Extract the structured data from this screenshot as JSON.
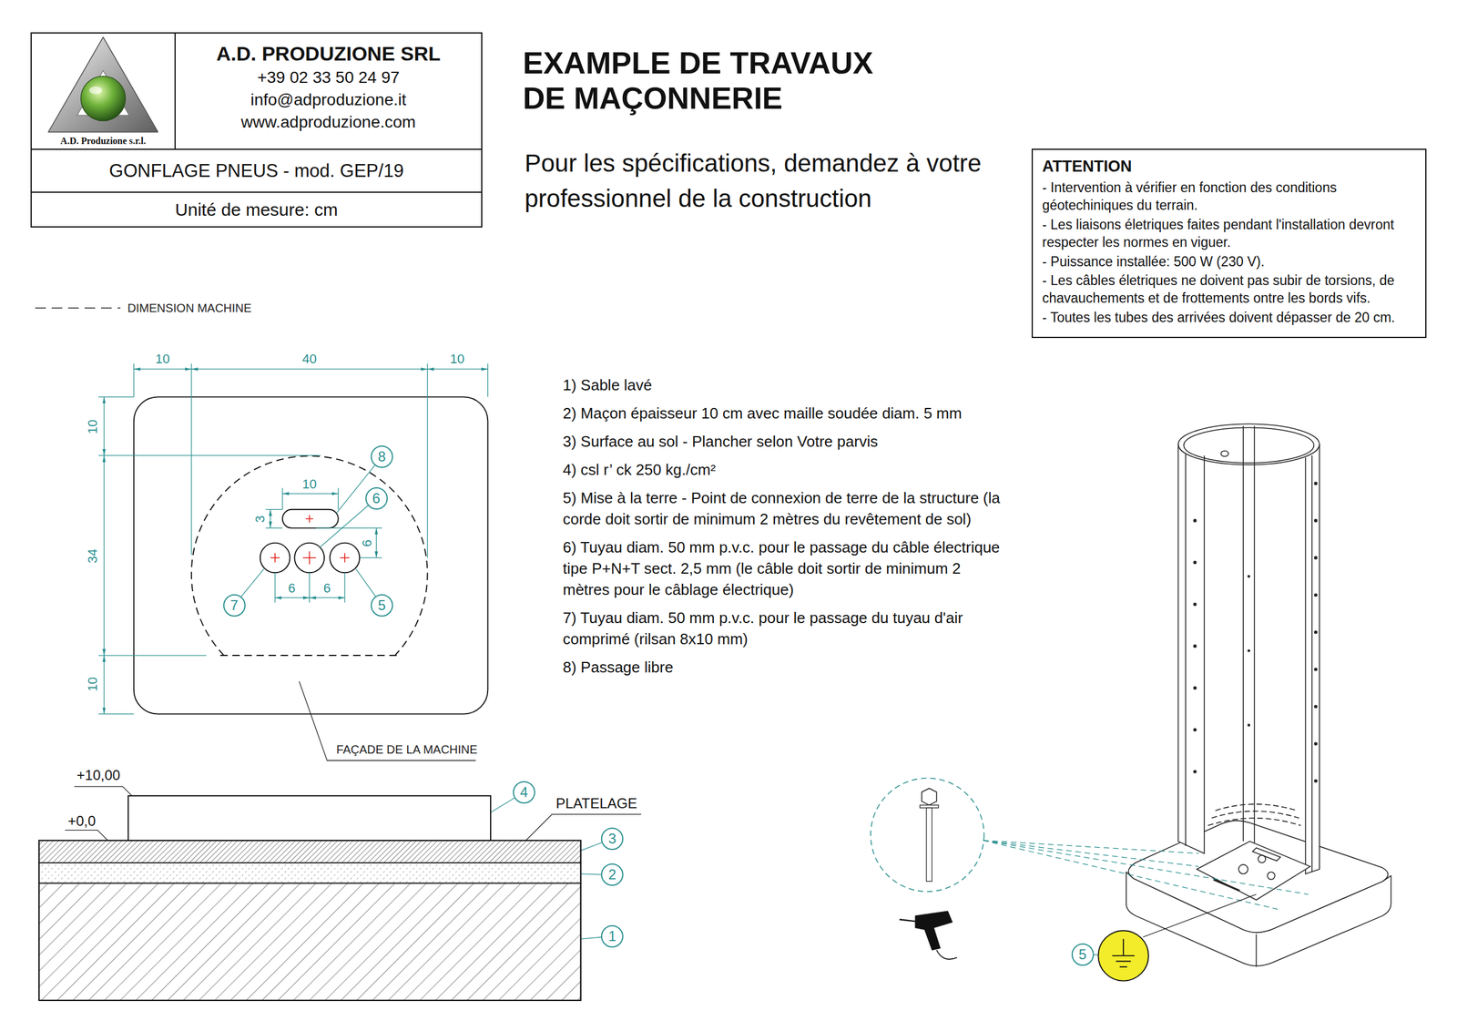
{
  "diagram": {
    "title": "EXAMPLE DE TRAVAUX DE MAÇONNERIE",
    "nodes": [
      {
        "text": [
          "A.D. Produzione s.r.l."
        ]
      },
      {
        "text": [
          "A.D. PRODUZIONE SRL",
          "+39 02 33 50 24 97",
          "info@adproduzione.it",
          "www.adproduzione.com"
        ]
      },
      {
        "text": [
          "GONFLAGE PNEUS - mod. GEP/19"
        ]
      },
      {
        "text": [
          "Unité de mesure: cm"
        ]
      },
      {
        "text": [
          "ATTENTION",
          "- Intervention à vérifier en fonction des conditions géotechiniques du terrain.",
          "- Les liaisons életriques faites pendant l'installation devront respecter les normes en viguer.",
          "- Puissance installée: 500 W (230 V).",
          "- Les câbles életriques ne doivent pas subir de torsions, de chavauchements et de frottements ontre les bords vifs.",
          "- Toutes les tubes des arrivées doivent dépasser de 20 cm."
        ]
      },
      {
        "text": [
          "8"
        ]
      },
      {
        "text": [
          "6"
        ]
      },
      {
        "text": [
          "7"
        ]
      },
      {
        "text": [
          "5"
        ]
      },
      {
        "text": [
          "4"
        ]
      },
      {
        "text": [
          "3"
        ]
      },
      {
        "text": [
          "2"
        ]
      },
      {
        "text": [
          "1"
        ]
      },
      {
        "text": [
          "5"
        ]
      }
    ],
    "labels": [
      "Pour les spécifications, demandez à votre professionnel de la construction",
      "10",
      "40",
      "10",
      "10",
      "34",
      "10",
      "10",
      "3",
      "6",
      "6",
      "6",
      "FAÇADE DE LA MACHINE",
      "+10,00",
      "+0,0",
      "PLATELAGE",
      "1) Sable lavé",
      "2) Maçon épaisseur 10 cm avec maille soudée diam. 5 mm",
      "3) Surface au sol - Plancher selon Votre parvis",
      "4) csl r’ ck 250 kg./cm²",
      "5) Mise à la terre - Point de connexion de terre de la structure (la corde doit sortir de minimum 2 mètres du revêtement de sol)",
      "6) Tuyau diam. 50 mm p.v.c. pour le passage du câble électrique tipe P+N+T sect. 2,5 mm (le câble doit sortir de minimum 2 mètres pour le câblage électrique)",
      "7) Tuyau diam. 50 mm p.v.c. pour le passage du tuyau d'air comprimé (rilsan 8x10 mm)",
      "8) Passage libre"
    ],
    "legend": [
      {
        "text": "DIMENSION MACHINE"
      }
    ]
  }
}
